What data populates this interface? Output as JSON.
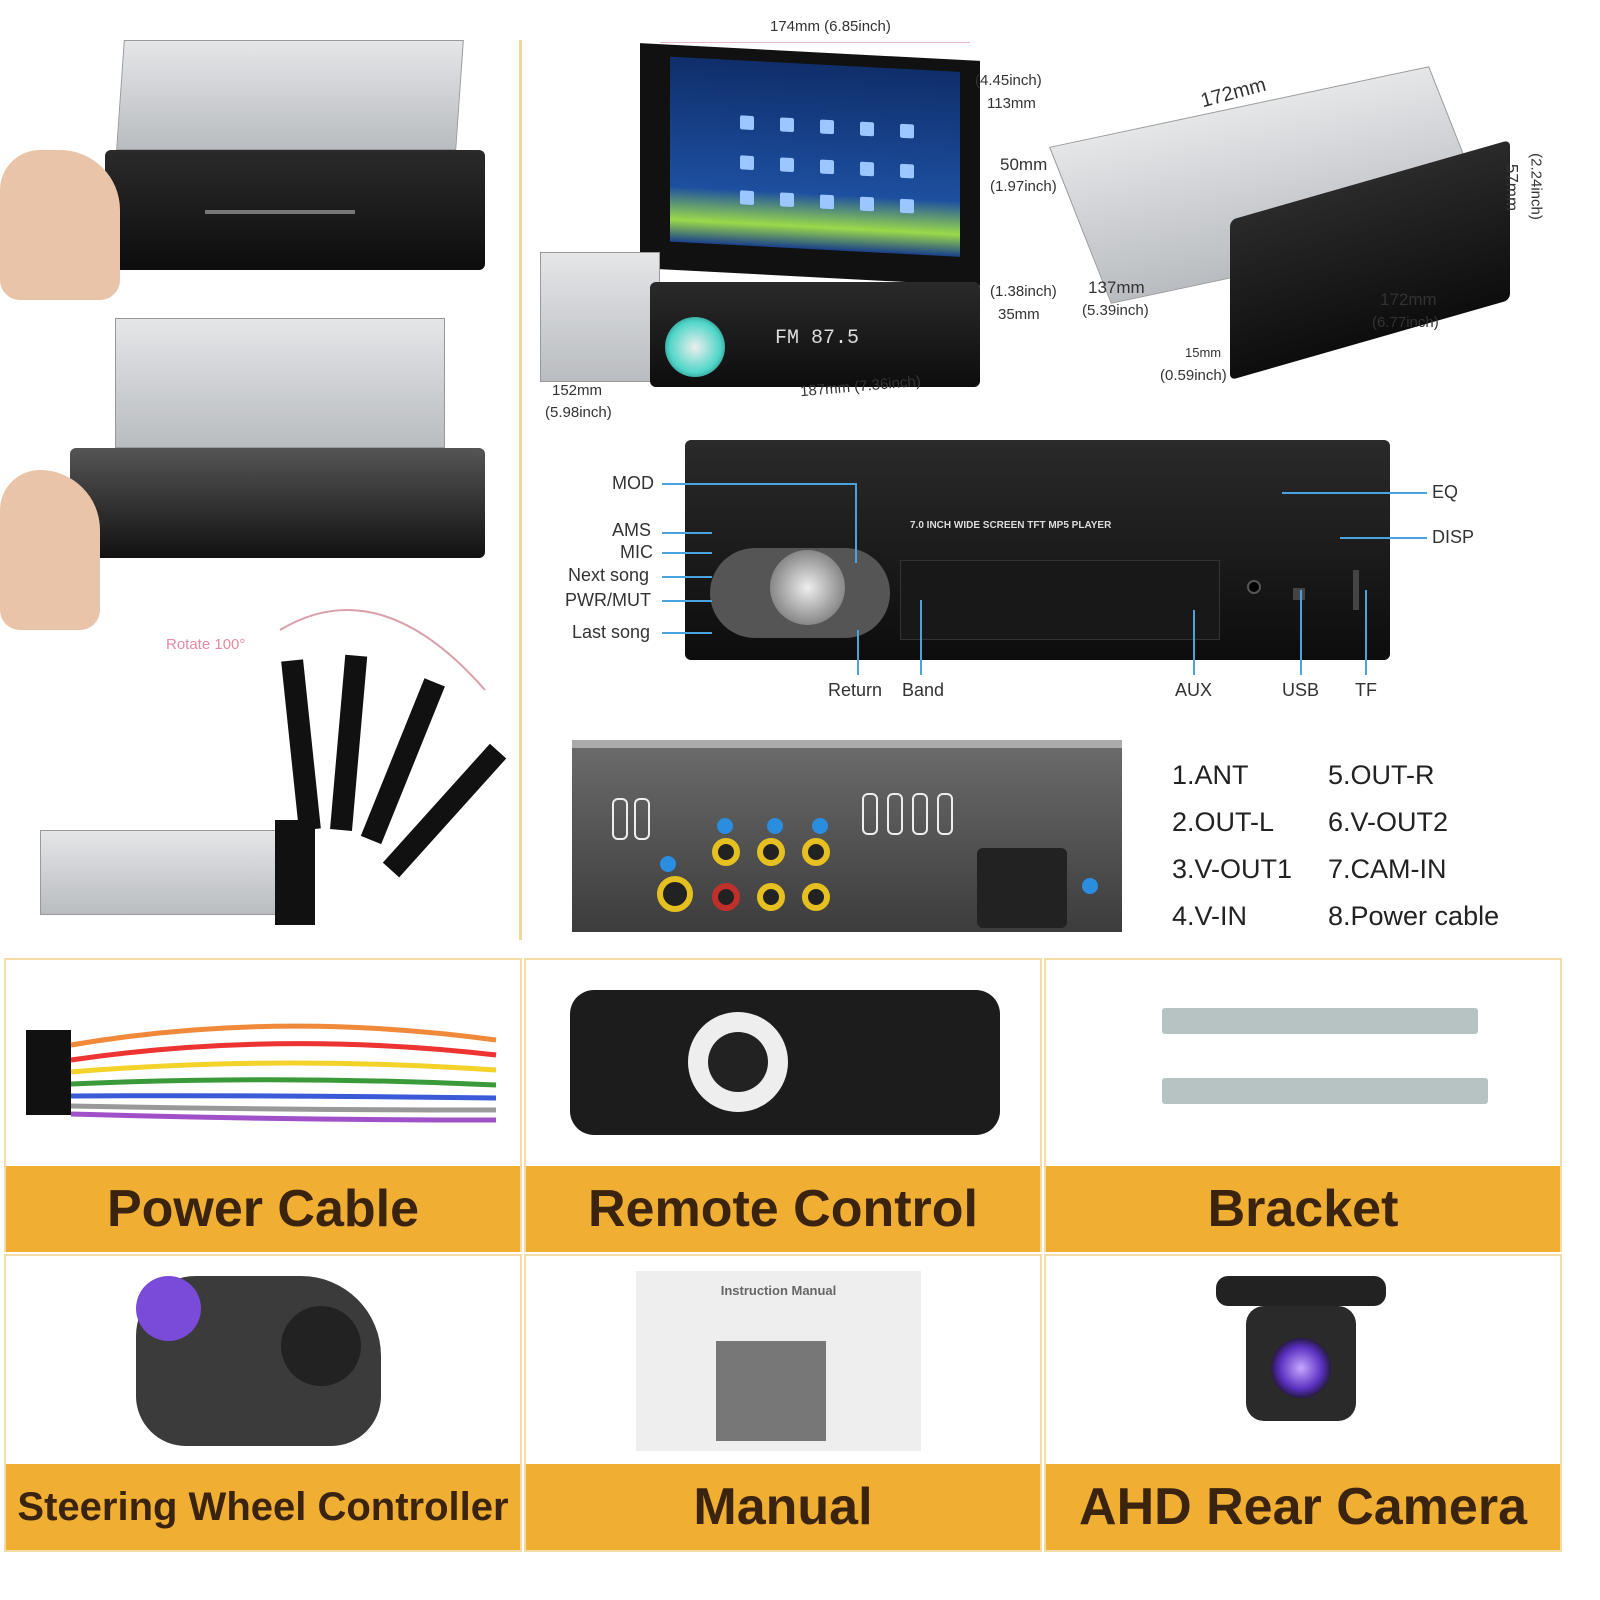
{
  "dimensions": {
    "top_width": "174mm (6.85inch)",
    "screen_height_in": "(4.45inch)",
    "screen_height_mm": "113mm",
    "body_height_mm": "50mm",
    "body_height_in": "(1.97inch)",
    "face_height_in": "(1.38inch)",
    "face_height_mm": "35mm",
    "face_width": "187mm (7.36inch)",
    "depth_mm": "152mm",
    "depth_in": "(5.98inch)",
    "box_top_width": "172mm",
    "box_height_in": "(2.24inch)",
    "box_height_mm": "57mm",
    "box_depth_mm": "137mm",
    "box_depth_in": "(5.39inch)",
    "box_front_mm": "172mm",
    "box_front_in": "(6.77inch)",
    "face_thickness_mm": "15mm",
    "face_thickness_in": "(0.59inch)"
  },
  "rotate_label": "Rotate 100°",
  "front_panel": {
    "panel_text": "7.0 INCH WIDE SCREEN TFT MP5 PLAYER",
    "display_text": "FM 87.5",
    "left_labels": [
      "MOD",
      "AMS",
      "MIC",
      "Next song",
      "PWR/MUT",
      "Last song"
    ],
    "right_labels": [
      "EQ",
      "DISP"
    ],
    "bottom_labels": [
      "Return",
      "Band",
      "AUX",
      "USB",
      "TF"
    ]
  },
  "ports": [
    "1.ANT",
    "2.OUT-L",
    "3.V-OUT1",
    "4.V-IN",
    "5.OUT-R",
    "6.V-OUT2",
    "7.CAM-IN",
    "8.Power cable"
  ],
  "accessories": [
    {
      "label": "Power Cable",
      "icon": "power-cable-icon"
    },
    {
      "label": "Remote Control",
      "icon": "remote-control-icon"
    },
    {
      "label": "Bracket",
      "icon": "bracket-icon"
    },
    {
      "label": "Steering Wheel Controller",
      "icon": "steering-wheel-controller-icon"
    },
    {
      "label": "Manual",
      "icon": "manual-icon"
    },
    {
      "label": "AHD Rear Camera",
      "icon": "rear-camera-icon"
    }
  ],
  "manual_title": "Instruction Manual",
  "colors": {
    "label_band": "#f0ae32",
    "label_text": "#3a2410",
    "divider": "#f2d79a",
    "port_marker": "#2a8de0"
  }
}
